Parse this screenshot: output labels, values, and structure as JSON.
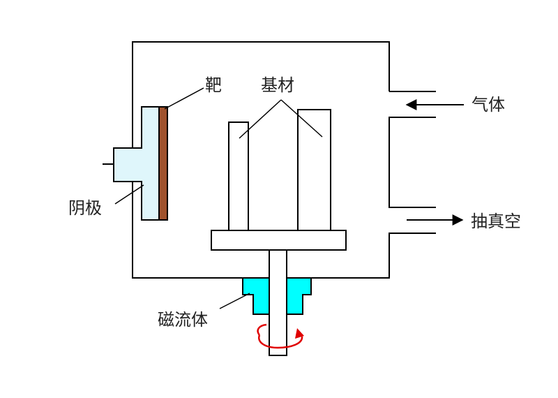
{
  "labels": {
    "target": "靶",
    "substrate": "基材",
    "gas": "气体",
    "cathode": "阴极",
    "vacuum": "抽真空",
    "magnetic_fluid": "磁流体"
  },
  "colors": {
    "line": "#000000",
    "cathode_fill": "#dff6fb",
    "target_fill": "#a0522d",
    "seal_fill": "#00ffff",
    "rotation_arrow": "#e00000",
    "text": "#222222"
  }
}
